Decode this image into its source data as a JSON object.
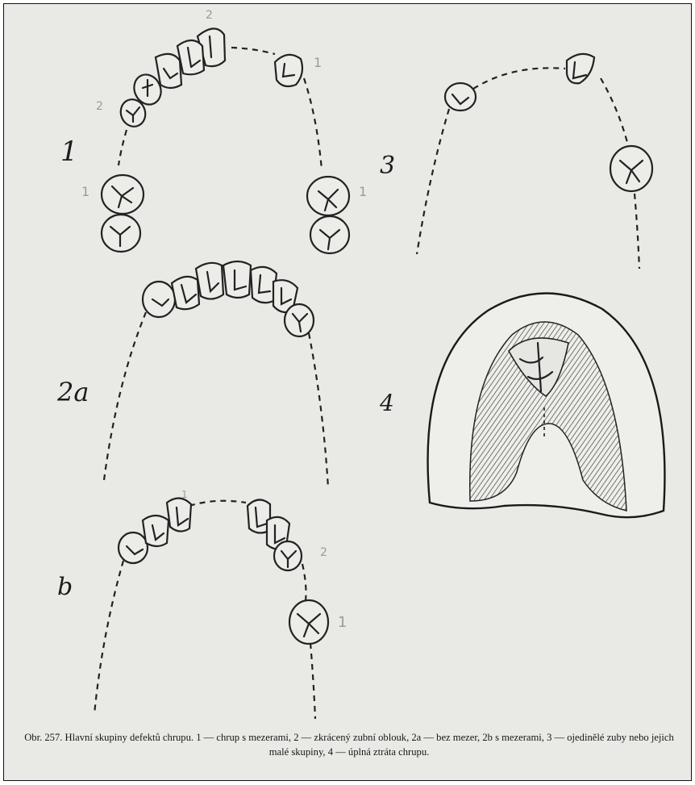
{
  "figure": {
    "panel_labels": {
      "p1": "1",
      "p2a": "2a",
      "p2b": "b",
      "p3": "3",
      "p4": "4"
    },
    "pencil_marks": [
      "2",
      "1",
      "2",
      "1",
      "1",
      "1",
      "2",
      "1"
    ],
    "caption": "Obr. 257. Hlavní skupiny defektů chrupu. 1 — chrup s mezerami, 2 — zkrácený zubní oblouk, 2a — bez mezer, 2b s mezerami, 3 — ojedinělé zuby nebo jejich malé skupiny, 4 — úplná ztráta chrupu."
  }
}
